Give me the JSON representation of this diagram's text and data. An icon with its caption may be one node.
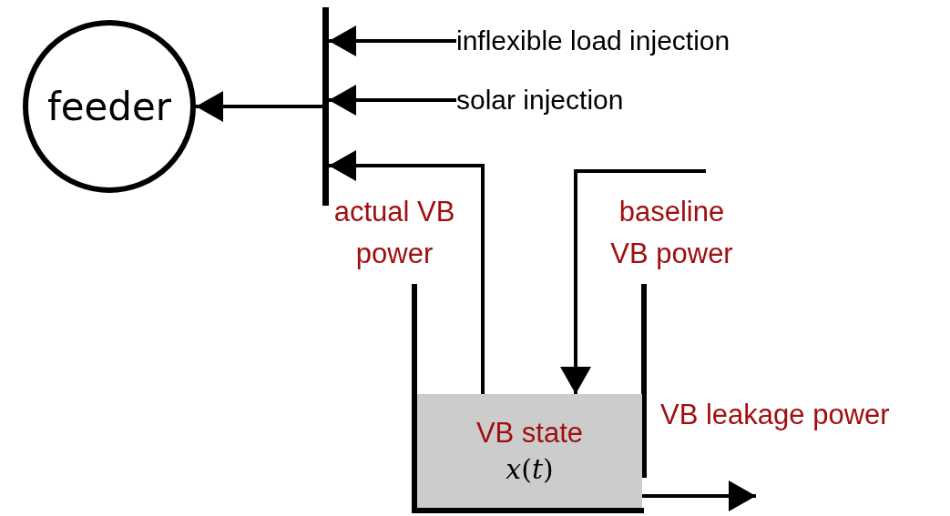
{
  "diagram": {
    "nodes": [
      {
        "text": [
          "feeder"
        ]
      },
      {
        "text": [],
        "shape": "bar"
      },
      {
        "text": [
          "inflexible load injection"
        ]
      },
      {
        "text": [
          "solar injection"
        ]
      },
      {
        "text": [
          "VB state",
          "*x*(*t*)"
        ]
      }
    ],
    "edges": [
      {
        "from": 2,
        "to": 1,
        "arrow": "to"
      },
      {
        "from": 3,
        "to": 1,
        "arrow": "to"
      },
      {
        "from": 1,
        "to": 0,
        "arrow": "to"
      },
      {
        "from": 4,
        "to": 1,
        "arrow": "to",
        "label": "actual VB power"
      },
      {
        "from": null,
        "to": 4,
        "arrow": "to",
        "label": "baseline VB power"
      },
      {
        "from": 4,
        "to": null,
        "arrow": "to",
        "label": "VB leakage power"
      }
    ]
  }
}
